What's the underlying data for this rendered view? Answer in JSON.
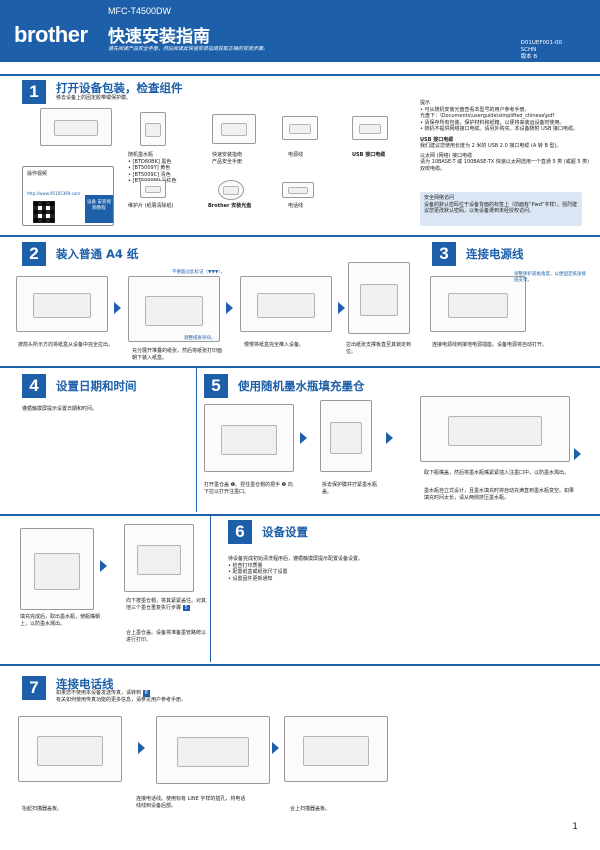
{
  "header": {
    "brand": "brother",
    "model": "MFC-T4500DW",
    "title": "快速安装指南",
    "subtitle": "请先阅读产品安全手册，然后阅读此快速安装指南获取正确的安装步骤。",
    "doc_code": "D01UEF001-00",
    "lang": "SCHN",
    "version": "版本 B"
  },
  "section1": {
    "num": "1",
    "title": "打开设备包装，检查组件",
    "desc": "移去设备上的固定胶带或保护膜。",
    "items": {
      "ink": [
        "随机墨水瓶",
        "• [BTD60BK] 黑色",
        "• [BT5009Y] 黄色",
        "• [BT5009C] 青色",
        "• [BT5009M] 品红色"
      ],
      "guide": [
        "快速安装指南",
        "产品安全手册"
      ],
      "power_cord": "电源线",
      "usb": "USB 接口电缆",
      "wiper": "维护片 (纸屑清除纸)",
      "disc": "Brother 安装光盘",
      "phone": "电话线"
    },
    "video": {
      "label": "操作视频",
      "url": "http://www.95105369.com",
      "btn": "设备\n安装视频教程"
    },
    "notes_title": "提示",
    "notes": [
      "• 可从随机安装光盘查看本型号的用户参考手册。",
      "  光盘下：\\Documents\\userguide\\simplified_chinese\\pdf",
      "• 请保存所有包装，保护材料和纸箱，以便将来装运设备时使用。",
      "• 随机不提供网络接口电缆。请另外购买。本设备随附 USB 接口电缆。"
    ],
    "usb_title": "USB 接口电缆",
    "usb_text": "我们建议您使用长度为 2 米的 USB 2.0 接口电缆 (A 转 B 型)。",
    "lan_title": "以太网 (网络) 接口电缆",
    "lan_text": "请为 10BASE-T 或 100BASE-TX 快速以太网选用一个直通 5 类 (或超 5 类) 双绞电缆。",
    "security_title": "安全网络访问",
    "security_text": "设备的默认密码位于设备背面的标签上（前面有“Pwd”字样）。强烈建议您更改默认密码，以免设备遭到未经授权访问。"
  },
  "section2": {
    "num": "2",
    "title": "装入普通 A4 纸",
    "cap1": "按箭头所示方向将纸盒从设备中完全拉出。",
    "cap2": "充分展开堆叠的纸张，然后将纸张打印面朝下装入纸盒。",
    "cap3": "慢慢将纸盒完全推入设备。",
    "cap4": "拉出纸张支撑板直至其锁定到位。",
    "callout_top": "不要超过此标记（▼▼▼）。",
    "callout_guide": "调整纸张导块。"
  },
  "section3": {
    "num": "3",
    "title": "连接电源线",
    "cap": "连接电源线到接地电源插座。设备电源将自动打开。",
    "callout": "调整保护盖板角度，以便固定纸张接纸支架。"
  },
  "section4": {
    "num": "4",
    "title": "设置日期和时间",
    "desc": "遵循触摸屏提示设置日期和时间。"
  },
  "section5": {
    "num": "5",
    "title": "使用随机墨水瓶填充墨仓",
    "cap1": "打开墨仓盖 ❶。捏住墨仓帽的把手 ❷ 向下拉以打开注墨口。",
    "cap2": "拆去保护膜并拧紧墨水瓶盖。",
    "cap3": "取下瓶嘴盖，然后将墨水瓶嘴紧紧插入注墨口中，以防墨水溅出。",
    "cap3b": "墨水瓶自立式设计，且墨水填充时将自动充满直到墨水瓶变空。如果填充时间太长，请从两侧挤压墨水瓶。",
    "cap4": "填充完成后，取出墨水瓶，使瓶嘴朝上，以防墨水溅出。",
    "cap5": "向下按墨仓帽，将其紧紧盖住。对其他三个墨仓重复执行步骤",
    "cap5_ref": "5",
    "cap6": "合上墨仓盖。设备将准备墨管路统以进行打印。"
  },
  "section6": {
    "num": "6",
    "title": "设备设置",
    "desc": "待设备完成初始清洗程序后，遵循触摸屏提示配置设备设置。",
    "items": [
      "• 检查打印质量",
      "• 配置纸盒或纸张尺寸设置",
      "• 设置固件更新通知"
    ]
  },
  "section7": {
    "num": "7",
    "title": "连接电话线",
    "desc1": "如果您不使用本设备发送传真，请转到",
    "desc1_ref": "8",
    "desc2": "有关如何使用传真功能的更多信息，请参见用户参考手册。",
    "cap1": "抬起扫描器盖板。",
    "cap2": "连接电话线。使用标有 LINE 字样的插孔，将电话线线到设备后部。",
    "cap3": "合上扫描器盖板。"
  },
  "page_number": "1"
}
